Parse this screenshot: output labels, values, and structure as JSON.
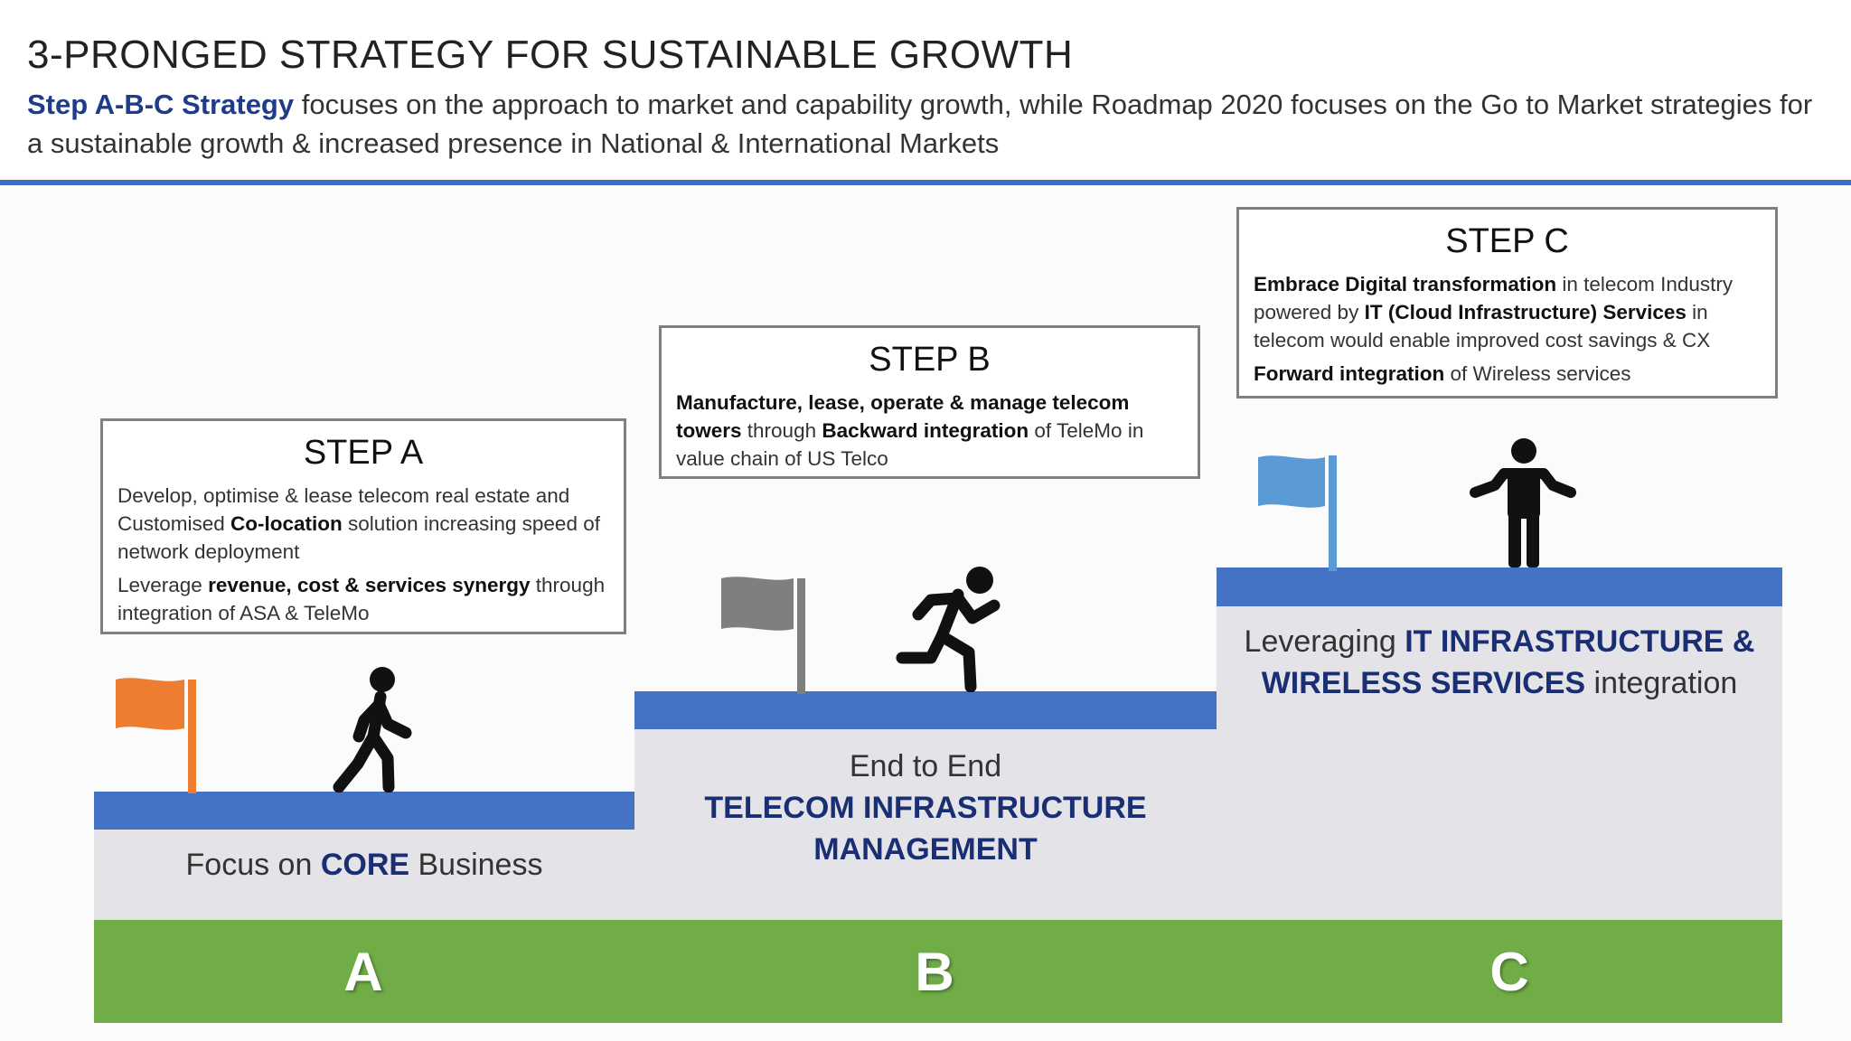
{
  "header": {
    "title": "3-PRONGED STRATEGY FOR SUSTAINABLE GROWTH",
    "subtitle_bold": "Step A-B-C Strategy",
    "subtitle_rest": " focuses on the approach to market and capability growth, while Roadmap 2020 focuses on the Go to Market strategies for a sustainable growth & increased presence in National & International Markets"
  },
  "steps": [
    {
      "title": "STEP A",
      "p1": [
        "Develop, optimise & lease telecom real estate and Customised ",
        "Co-location",
        " solution increasing speed of network deployment"
      ],
      "p2": [
        "Leverage ",
        "revenue, cost & services synergy",
        " through integration of ASA & TeleMo"
      ],
      "label_pre": "Focus on ",
      "label_bold": "CORE",
      "label_post": " Business",
      "letter": "A",
      "flag_color": "#ed7d31",
      "figure": "walking-person-icon"
    },
    {
      "title": "STEP B",
      "p1": [
        "",
        "Manufacture, lease, operate & manage telecom towers",
        " through ",
        "Backward integration",
        " of TeleMo in value chain of US Telco"
      ],
      "label_line1": "End to End",
      "label_line2": "TELECOM INFRASTRUCTURE",
      "label_line3": "MANAGEMENT",
      "letter": "B",
      "flag_color": "#7f7f7f",
      "figure": "running-person-icon"
    },
    {
      "title": "STEP C",
      "p1": [
        "",
        "Embrace Digital transformation",
        " in telecom Industry powered by ",
        "IT (Cloud Infrastructure) Services",
        " in telecom would enable improved cost savings & CX"
      ],
      "p2": [
        "",
        "Forward integration",
        " of Wireless services"
      ],
      "label_pre": "Leveraging ",
      "label_bold": "IT INFRASTRUCTURE & WIRELESS SERVICES",
      "label_post": " integration",
      "letter": "C",
      "flag_color": "#5b9bd5",
      "figure": "standing-person-icon"
    }
  ]
}
